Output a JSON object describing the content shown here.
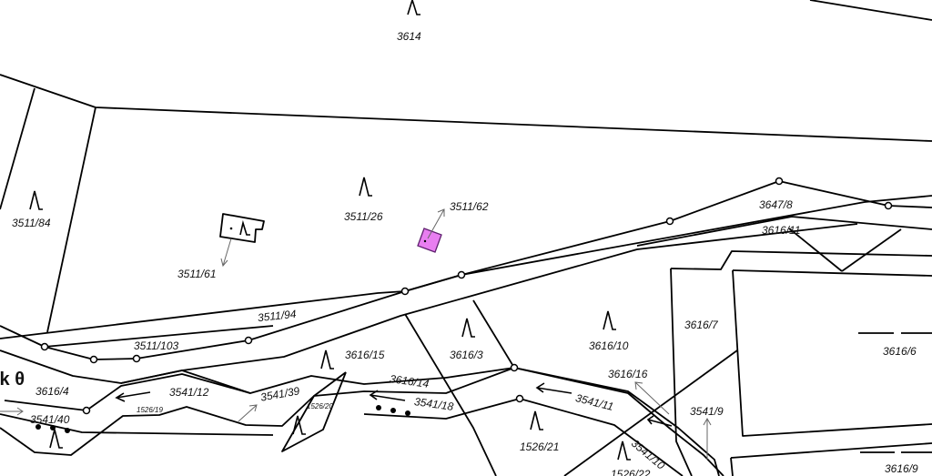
{
  "map": {
    "type": "cadastral-map",
    "highlight_color": "#e87ef0",
    "line_color": "#000000",
    "parcels": [
      "3614",
      "3511/84",
      "3511/26",
      "3511/62",
      "3511/61",
      "3647/8",
      "3616/11",
      "3511/94",
      "3511/103",
      "3616/15",
      "3616/3",
      "3616/10",
      "3616/7",
      "3616/6",
      "3616/4",
      "3541/12",
      "3541/39",
      "1526/20",
      "1526/19",
      "3616/14",
      "3541/18",
      "3541/11",
      "3616/16",
      "3541/9",
      "3541/40",
      "1526/21",
      "3541/10",
      "1526/22",
      "3616/9"
    ],
    "fragment_text": "ík θ"
  }
}
